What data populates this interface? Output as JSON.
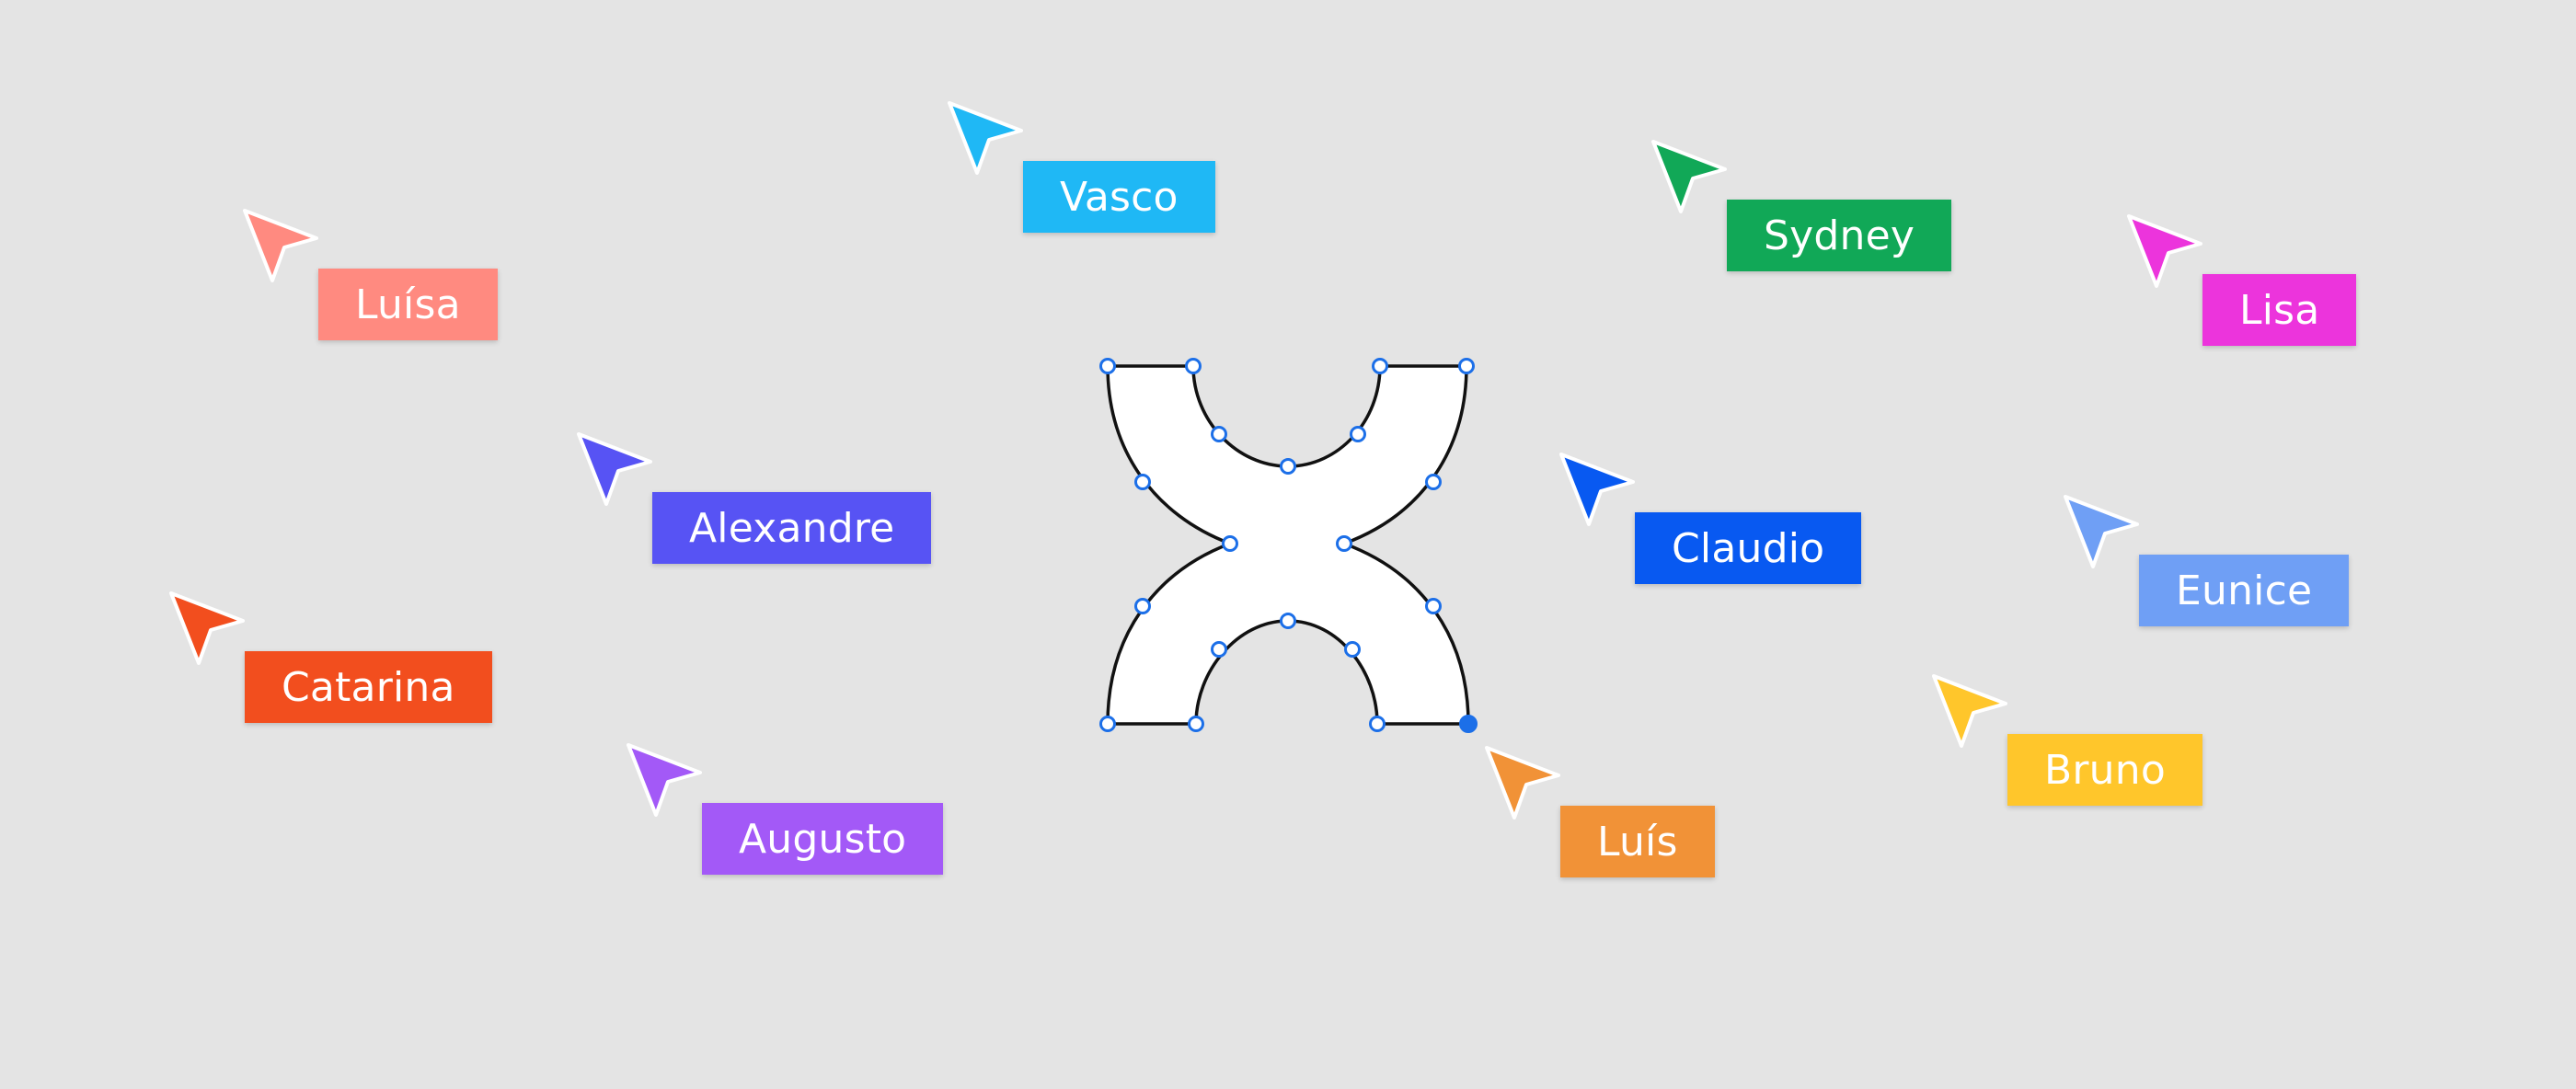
{
  "canvas": {
    "background": "#e4e4e4"
  },
  "shape": {
    "fill": "#ffffff",
    "stroke": "#111111",
    "handle_color": "#1c6fe8",
    "selected_handle": "bottom-right"
  },
  "collaborators": [
    {
      "id": "vasco",
      "name": "Vasco",
      "color": "#1fb8f5",
      "icon": "cursor-arrow-icon"
    },
    {
      "id": "sydney",
      "name": "Sydney",
      "color": "#11a857",
      "icon": "cursor-arrow-icon"
    },
    {
      "id": "luisa",
      "name": "Luísa",
      "color": "#ff8a80",
      "icon": "cursor-arrow-icon"
    },
    {
      "id": "lisa",
      "name": "Lisa",
      "color": "#ec34dc",
      "icon": "cursor-arrow-icon"
    },
    {
      "id": "alexandre",
      "name": "Alexandre",
      "color": "#5753f4",
      "icon": "cursor-arrow-icon"
    },
    {
      "id": "claudio",
      "name": "Claudio",
      "color": "#0859f1",
      "icon": "cursor-arrow-icon"
    },
    {
      "id": "eunice",
      "name": "Eunice",
      "color": "#6f9ff5",
      "icon": "cursor-arrow-icon"
    },
    {
      "id": "catarina",
      "name": "Catarina",
      "color": "#f24e1e",
      "icon": "cursor-arrow-icon"
    },
    {
      "id": "bruno",
      "name": "Bruno",
      "color": "#ffc62b",
      "icon": "cursor-arrow-icon"
    },
    {
      "id": "augusto",
      "name": "Augusto",
      "color": "#a359f7",
      "icon": "cursor-arrow-icon"
    },
    {
      "id": "luis",
      "name": "Luís",
      "color": "#f19237",
      "icon": "cursor-arrow-icon"
    }
  ]
}
